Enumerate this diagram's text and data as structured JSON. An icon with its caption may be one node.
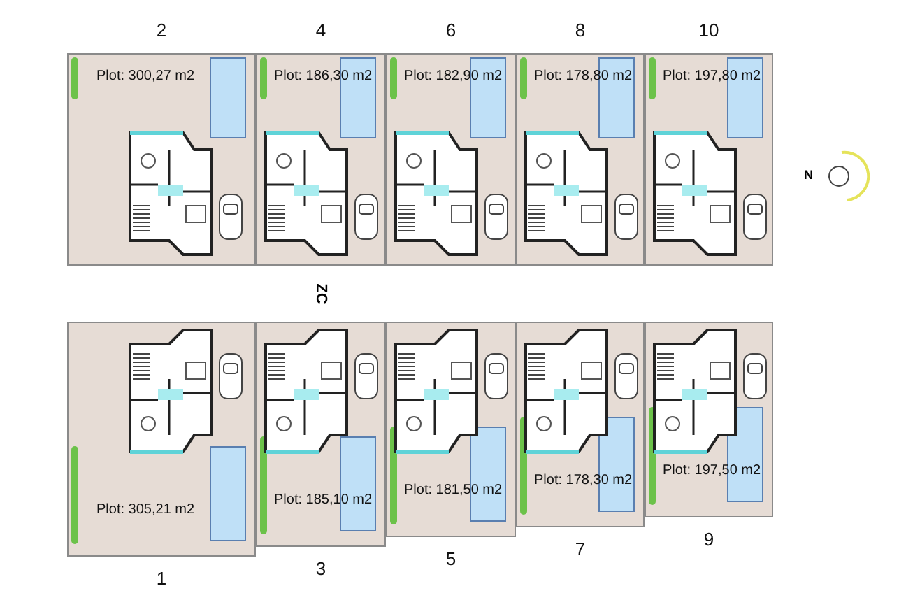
{
  "diagram": {
    "nodes": [
      {
        "text": [
          "Plot: 300,27 m2"
        ],
        "beside": [
          "2"
        ]
      },
      {
        "text": [
          "Plot: 186,30 m2"
        ],
        "beside": [
          "4"
        ]
      },
      {
        "text": [
          "Plot: 182,90 m2"
        ],
        "beside": [
          "6"
        ]
      },
      {
        "text": [
          "Plot: 178,80 m2"
        ],
        "beside": [
          "8"
        ]
      },
      {
        "text": [
          "Plot: 197,80 m2"
        ],
        "beside": [
          "10"
        ]
      },
      {
        "text": [
          "Plot: 305,21 m2"
        ],
        "beside": [
          "1"
        ]
      },
      {
        "text": [
          "Plot: 185,10 m2"
        ],
        "beside": [
          "3"
        ]
      },
      {
        "text": [
          "Plot: 181,50 m2"
        ],
        "beside": [
          "5"
        ]
      },
      {
        "text": [
          "Plot: 178,30 m2"
        ],
        "beside": [
          "7"
        ]
      },
      {
        "text": [
          "Plot: 197,50 m2"
        ],
        "beside": [
          "9"
        ]
      }
    ],
    "labels": [
      "ZC",
      "N"
    ]
  }
}
